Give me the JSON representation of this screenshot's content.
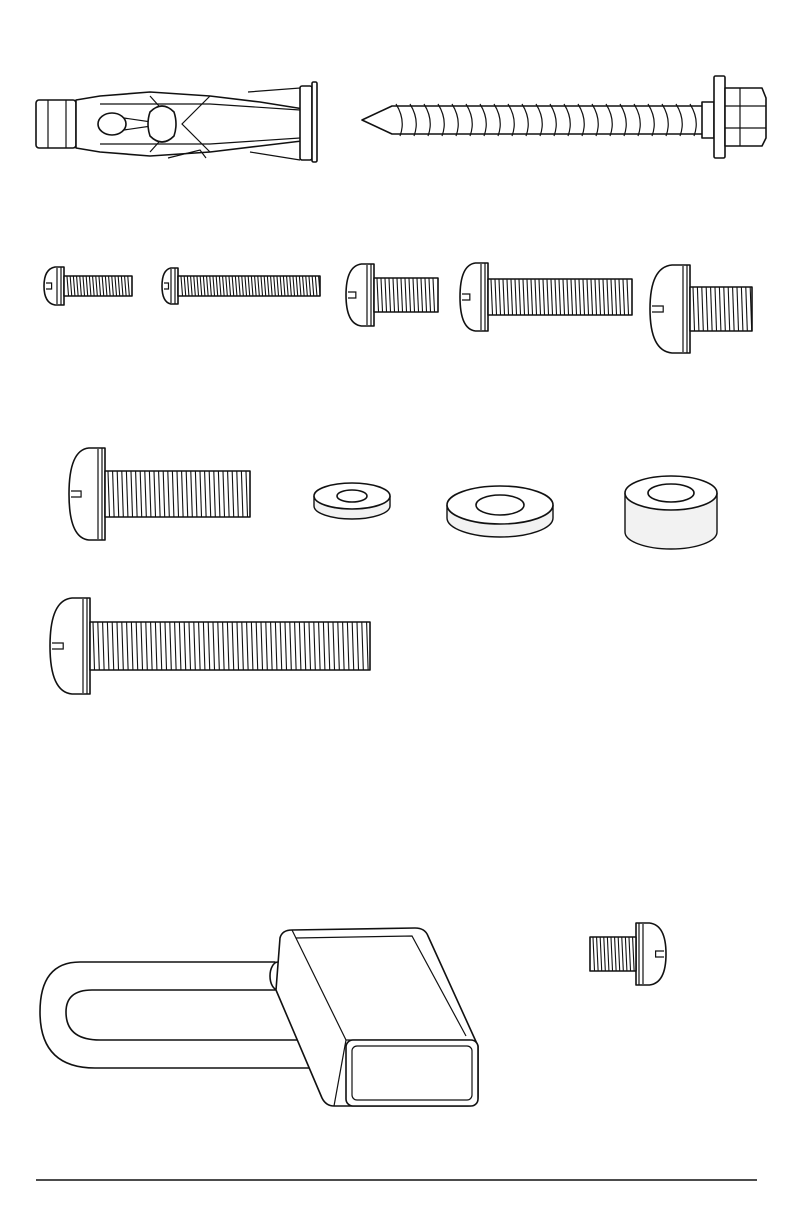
{
  "page": {
    "background": "#ffffff",
    "line_color": "#111111"
  },
  "parts": [
    {
      "name": "hollow-wall-anchor",
      "icon": "anchor-icon"
    },
    {
      "name": "lag-bolt",
      "icon": "hex-lag-bolt-icon"
    },
    {
      "name": "machine-screw-a",
      "icon": "pan-head-screw-icon"
    },
    {
      "name": "machine-screw-b",
      "icon": "pan-head-screw-icon"
    },
    {
      "name": "machine-screw-c",
      "icon": "pan-head-screw-icon"
    },
    {
      "name": "machine-screw-d",
      "icon": "pan-head-screw-icon"
    },
    {
      "name": "machine-screw-e",
      "icon": "pan-head-screw-icon"
    },
    {
      "name": "machine-screw-f",
      "icon": "pan-head-screw-icon"
    },
    {
      "name": "washer-small",
      "icon": "washer-icon"
    },
    {
      "name": "washer-large",
      "icon": "washer-icon"
    },
    {
      "name": "spacer",
      "icon": "spacer-icon"
    },
    {
      "name": "machine-screw-long",
      "icon": "pan-head-screw-icon"
    },
    {
      "name": "allen-key-holder",
      "icon": "hook-block-icon"
    },
    {
      "name": "machine-screw-small",
      "icon": "pan-head-screw-icon"
    }
  ]
}
